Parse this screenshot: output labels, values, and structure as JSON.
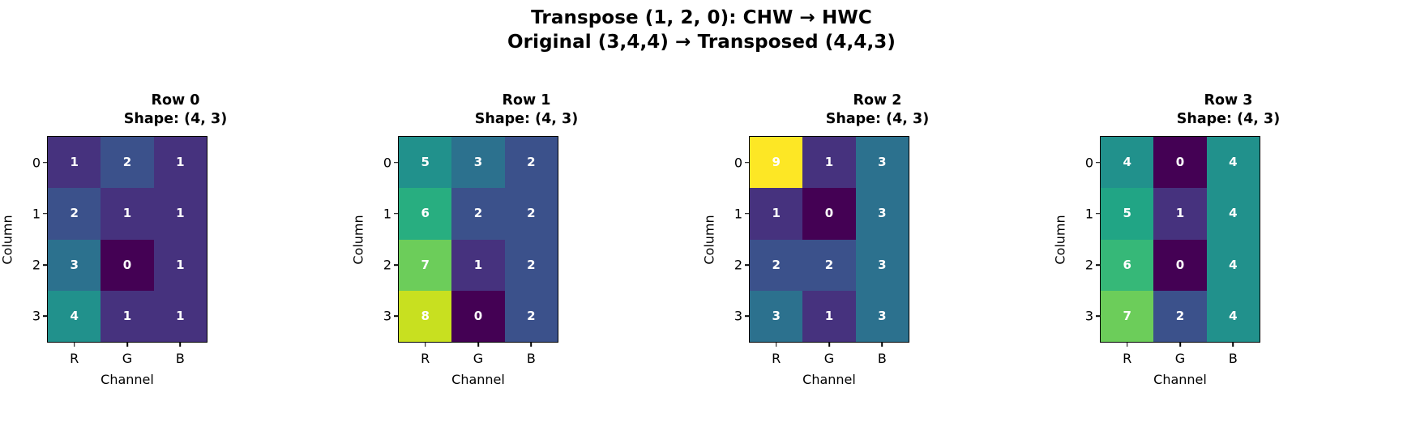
{
  "figure": {
    "suptitle_line1": "Transpose (1, 2, 0): CHW → HWC",
    "suptitle_line2": "Original (3,4,4) → Transposed (4,4,3)",
    "background": "#ffffff",
    "text_color": "#000000",
    "cell_text_color": "#ffffff"
  },
  "chart_data": {
    "type": "heatmap",
    "title": "Transpose (1, 2, 0): CHW → HWC / Original (3,4,4) → Transposed (4,4,3)",
    "colormap": "viridis",
    "grid": false,
    "legend": "none",
    "shared_xlabel": "Channel",
    "shared_ylabel": "Column",
    "shared_xticklabels": [
      "R",
      "G",
      "B"
    ],
    "shared_yticklabels": [
      "0",
      "1",
      "2",
      "3"
    ],
    "panels": [
      {
        "title_line1": "Row 0",
        "title_line2": "Shape: (4, 3)",
        "shape": [
          4,
          3
        ],
        "xlabel": "Channel",
        "ylabel": "Column",
        "xticklabels": [
          "R",
          "G",
          "B"
        ],
        "yticklabels": [
          "0",
          "1",
          "2",
          "3"
        ],
        "vmin": 0,
        "vmax": 4,
        "values": [
          [
            1,
            2,
            1
          ],
          [
            2,
            1,
            1
          ],
          [
            3,
            0,
            1
          ],
          [
            4,
            1,
            1
          ]
        ],
        "colors": [
          [
            "#46327e",
            "#3b518b",
            "#46327e"
          ],
          [
            "#3b518b",
            "#46327e",
            "#46327e"
          ],
          [
            "#2c718e",
            "#440154",
            "#46327e"
          ],
          [
            "#21918c",
            "#46327e",
            "#46327e"
          ]
        ]
      },
      {
        "title_line1": "Row 1",
        "title_line2": "Shape: (4, 3)",
        "shape": [
          4,
          3
        ],
        "xlabel": "Channel",
        "ylabel": "Column",
        "xticklabels": [
          "R",
          "G",
          "B"
        ],
        "yticklabels": [
          "0",
          "1",
          "2",
          "3"
        ],
        "vmin": 0,
        "vmax": 8,
        "values": [
          [
            5,
            3,
            2
          ],
          [
            6,
            2,
            2
          ],
          [
            7,
            1,
            2
          ],
          [
            8,
            0,
            2
          ]
        ],
        "colors": [
          [
            "#21918c",
            "#2c718e",
            "#3b518b"
          ],
          [
            "#28ae80",
            "#3b518b",
            "#3b518b"
          ],
          [
            "#6ccd5a",
            "#46327e",
            "#3b518b"
          ],
          [
            "#c8e020",
            "#440154",
            "#3b518b"
          ]
        ]
      },
      {
        "title_line1": "Row 2",
        "title_line2": "Shape: (4, 3)",
        "shape": [
          4,
          3
        ],
        "xlabel": "Channel",
        "ylabel": "Column",
        "xticklabels": [
          "R",
          "G",
          "B"
        ],
        "yticklabels": [
          "0",
          "1",
          "2",
          "3"
        ],
        "vmin": 0,
        "vmax": 9,
        "values": [
          [
            9,
            1,
            3
          ],
          [
            1,
            0,
            3
          ],
          [
            2,
            2,
            3
          ],
          [
            3,
            1,
            3
          ]
        ],
        "colors": [
          [
            "#fde725",
            "#46327e",
            "#2c718e"
          ],
          [
            "#46327e",
            "#440154",
            "#2c718e"
          ],
          [
            "#3b518b",
            "#3b518b",
            "#2c718e"
          ],
          [
            "#2c718e",
            "#46327e",
            "#2c718e"
          ]
        ]
      },
      {
        "title_line1": "Row 3",
        "title_line2": "Shape: (4, 3)",
        "shape": [
          4,
          3
        ],
        "xlabel": "Channel",
        "ylabel": "Column",
        "xticklabels": [
          "R",
          "G",
          "B"
        ],
        "yticklabels": [
          "0",
          "1",
          "2",
          "3"
        ],
        "vmin": 0,
        "vmax": 7,
        "values": [
          [
            4,
            0,
            4
          ],
          [
            5,
            1,
            4
          ],
          [
            6,
            0,
            4
          ],
          [
            7,
            2,
            4
          ]
        ],
        "colors": [
          [
            "#21918c",
            "#440154",
            "#21918c"
          ],
          [
            "#21a585",
            "#46327e",
            "#21918c"
          ],
          [
            "#36b878",
            "#440154",
            "#21918c"
          ],
          [
            "#6ccd5a",
            "#3b518b",
            "#21918c"
          ]
        ]
      }
    ]
  }
}
